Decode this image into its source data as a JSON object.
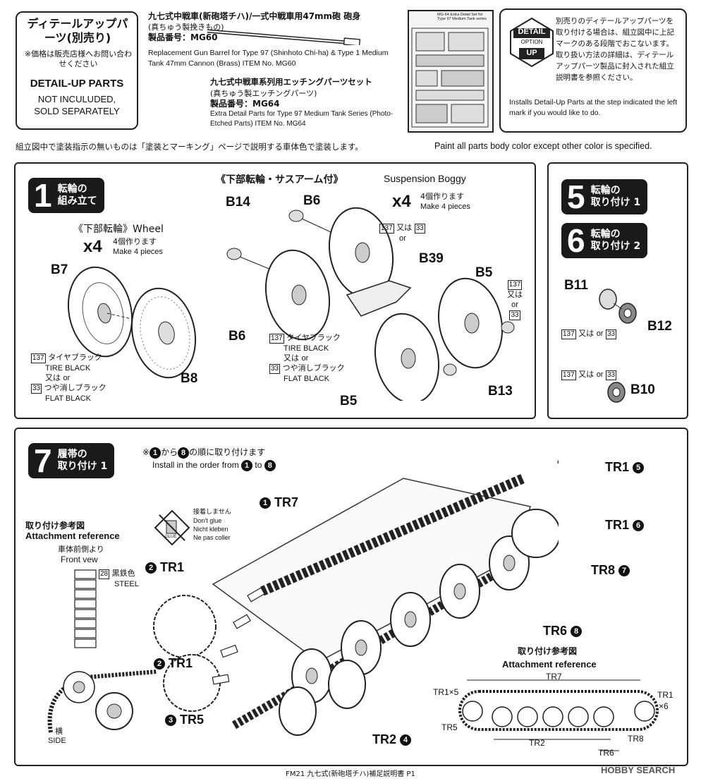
{
  "header": {
    "detail_up": {
      "title_jp": "ディテールアップパーツ(別売り)",
      "price_note_jp": "※価格は販売店様へお問い合わせください",
      "title_en": "DETAIL-UP PARTS",
      "not_included_en": "NOT INCULUDED, SOLD SEPARATELY"
    },
    "product1": {
      "name_jp": "九七式中戦車(新砲塔チハ)/一式中戦車用47mm砲 砲身",
      "sub_jp": "(真ちゅう製挽きもの)",
      "item_jp": "製品番号：MG60",
      "name_en": "Replacement Gun Barrel for Type 97 (Shinhoto Chi-ha) & Type 1 Medium Tank 47mm Cannon (Brass) ITEM No. MG60"
    },
    "product2": {
      "name_jp": "九七式中戦車系列用エッチングパーツセット",
      "sub_jp": "(真ちゅう製エッチングパーツ)",
      "item_jp": "製品番号：MG64",
      "name_en": "Extra Detail Parts for Type 97 Medium Tank Series (Photo-Etched Parts) ITEM No. MG64"
    },
    "sheet_label": "MG-64 Extra Detail Set for Type 97 Medium Tank series",
    "option": {
      "mark_line1": "DETAIL",
      "mark_line2": "OPTION",
      "mark_line3": "UP",
      "text_jp": "別売りのディテールアップパーツを取り付ける場合は、組立図中に上記マークのある段階でおこないます。取り扱い方法の詳細は、ディテールアップパーツ製品に封入された組立説明書を参照ください。",
      "text_en": "Installs Detail-Up Parts at the step indicated the left mark if you would like to do."
    }
  },
  "paint_note": {
    "jp": "組立図中で塗装指示の無いものは「塗装とマーキング」ページで説明する車体色で塗装します。",
    "en": "Paint all parts body color except other color is specified."
  },
  "step1": {
    "num": "1",
    "title_jp_1": "転輪の",
    "title_jp_2": "組み立て",
    "wheel_title": "《下部転輪》Wheel",
    "wheel_mult": "x4",
    "wheel_mult_jp": "4個作ります",
    "wheel_mult_en": "Make 4 pieces",
    "boggy_title_jp": "《下部転輪・サスアーム付》",
    "boggy_title_en": "Suspension Boggy",
    "boggy_mult": "x4",
    "boggy_mult_jp": "4個作ります",
    "boggy_mult_en": "Make 4 pieces",
    "parts": [
      "B7",
      "B8",
      "B14",
      "B6",
      "B6",
      "B39",
      "B5",
      "B5",
      "B13"
    ],
    "paint_137": "137",
    "paint_33": "33",
    "or_jp": "又は",
    "or_en": "or",
    "tire_black_jp": "タイヤブラック",
    "tire_black_en": "TIRE BLACK",
    "flat_black_jp": "つや消しブラック",
    "flat_black_en": "FLAT BLACK"
  },
  "step5": {
    "num": "5",
    "title_jp_1": "転輪の",
    "title_jp_2": "取り付け 1"
  },
  "step6": {
    "num": "6",
    "title_jp_1": "転輪の",
    "title_jp_2": "取り付け 2"
  },
  "step56_parts": [
    "B11",
    "B12",
    "B10"
  ],
  "step7": {
    "num": "7",
    "title_jp_1": "履帯の",
    "title_jp_2": "取り付け 1",
    "order_jp_a": "※",
    "order_jp_b": "から",
    "order_jp_c": "の順に取り付けます",
    "order_en_a": "Install in the order from",
    "order_en_b": "to",
    "circle_1": "1",
    "circle_8": "8",
    "attach_ref_jp": "取り付け参考図",
    "attach_ref_en": "Attachment reference",
    "front_jp": "車体前側より",
    "front_en": "Front vew",
    "steel_num": "28",
    "steel_jp": "黒鉄色",
    "steel_en": "STEEL",
    "side_jp": "横",
    "side_en": "SIDE",
    "no_glue": [
      "接着しません",
      "Don't glue",
      "Nicht kleben",
      "Ne pas coller"
    ],
    "glue_label": "GLUE",
    "labels": [
      {
        "circle": "1",
        "text": "TR7"
      },
      {
        "circle": "2",
        "text": "TR1"
      },
      {
        "circle": "2",
        "text": "TR1"
      },
      {
        "circle": "3",
        "text": "TR5"
      },
      {
        "circle": "4",
        "text": "TR2"
      },
      {
        "circle": "5",
        "text": "TR1"
      },
      {
        "circle": "6",
        "text": "TR1"
      },
      {
        "circle": "7",
        "text": "TR8"
      },
      {
        "circle": "8",
        "text": "TR6"
      }
    ],
    "ref2_jp": "取り付け参考図",
    "ref2_en": "Attachment reference",
    "ref2_labels": {
      "tr7": "TR7",
      "tr1x5": "TR1×5",
      "tr1": "TR1",
      "x6": "×6",
      "tr5": "TR5",
      "tr2": "TR2",
      "tr8": "TR8",
      "tr6": "TR6"
    }
  },
  "footer": {
    "text": "FM21 九七式(新砲塔チハ)補足説明書 P1",
    "watermark": "HOBBY SEARCH"
  }
}
